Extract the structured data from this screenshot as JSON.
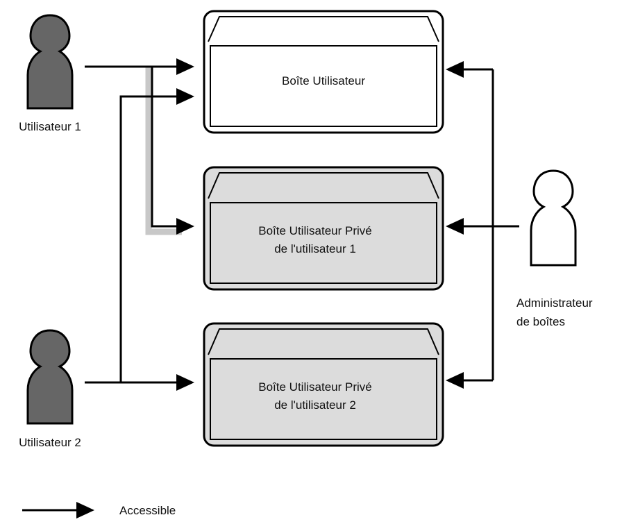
{
  "colors": {
    "user_fill": "#666666",
    "admin_fill": "#ffffff",
    "public_box_fill": "#ffffff",
    "private_box_fill": "#dcdcdc",
    "connector_line": "#000000",
    "highlight_path": "#c8c8c8"
  },
  "users": [
    {
      "id": "user1",
      "label": "Utilisateur 1",
      "icon": "user-silhouette-icon"
    },
    {
      "id": "user2",
      "label": "Utilisateur 2",
      "icon": "user-silhouette-icon"
    }
  ],
  "admin": {
    "label_line1": "Administrateur",
    "label_line2": "de boîtes",
    "icon": "admin-outline-icon"
  },
  "boxes": [
    {
      "id": "user-box",
      "line1": "Boîte Utilisateur",
      "line2": "",
      "kind": "public"
    },
    {
      "id": "private-box-1",
      "line1": "Boîte Utilisateur Privé",
      "line2": "de l'utilisateur 1",
      "kind": "private"
    },
    {
      "id": "private-box-2",
      "line1": "Boîte Utilisateur Privé",
      "line2": "de l'utilisateur 2",
      "kind": "private"
    }
  ],
  "legend": {
    "label": "Accessible",
    "icon": "arrow-right-icon"
  }
}
